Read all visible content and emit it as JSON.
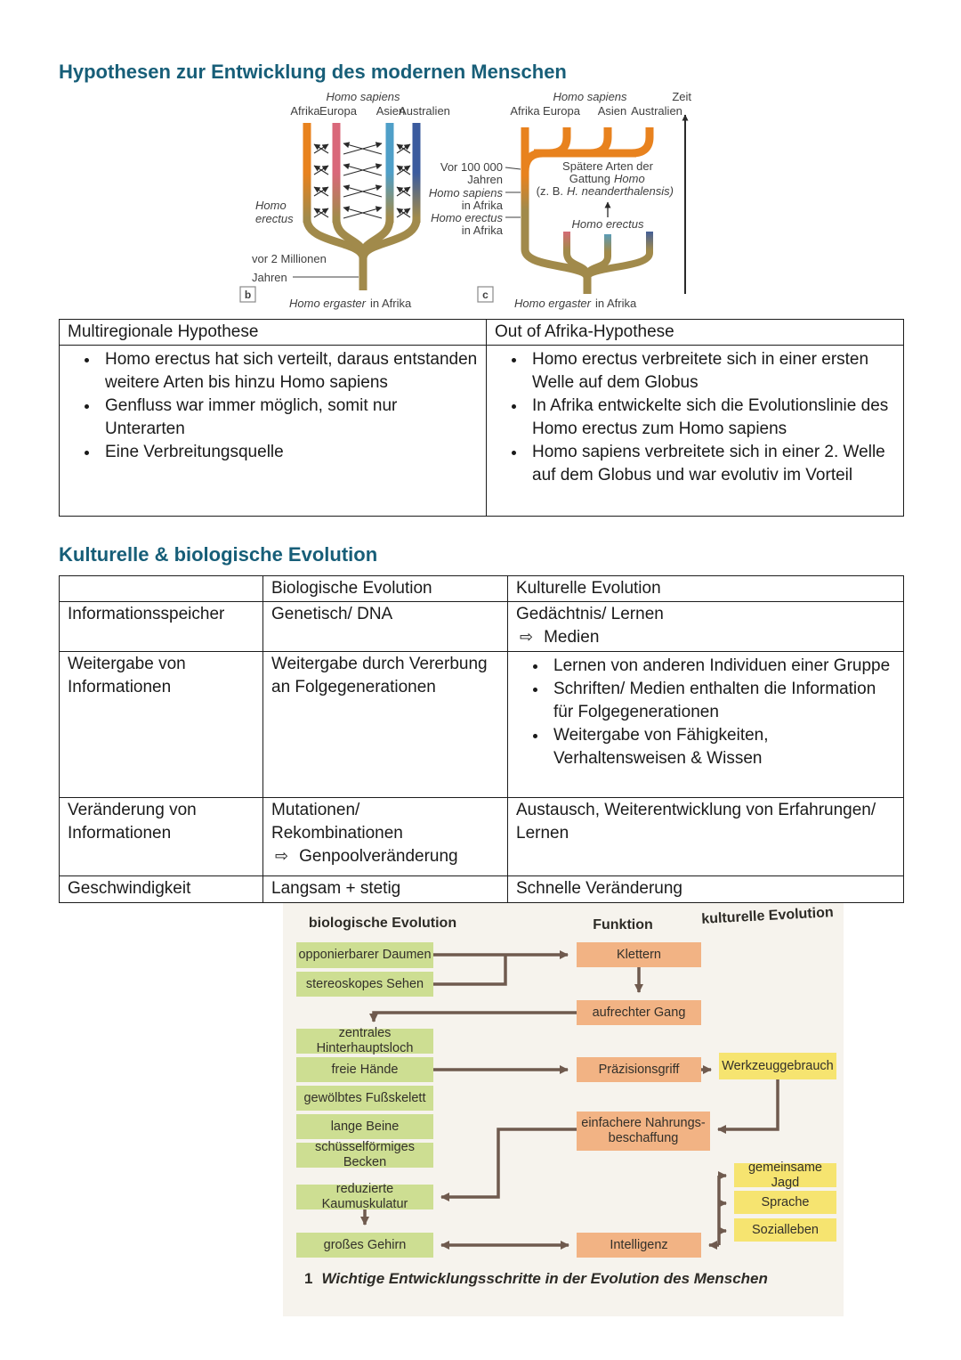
{
  "glyphs": {
    "rarr": "⇨"
  },
  "headings": {
    "h1": "Hypothesen zur Entwicklung des modernen Menschen",
    "h2": "Kulturelle & biologische Evolution"
  },
  "tree_figure": {
    "panel_b": {
      "tag": "b",
      "species_top": "Homo sapiens",
      "regions": [
        "Afrika",
        "Europa",
        "Asien",
        "Australien"
      ],
      "erectus_l1": "Homo",
      "erectus_l2": "erectus",
      "time_l1": "vor 2 Millionen",
      "time_l2": "Jahren",
      "root_species": "Homo ergaster",
      "root_suffix": "in Afrika"
    },
    "panel_c": {
      "tag": "c",
      "species_top": "Homo sapiens",
      "regions": [
        "Afrika",
        "Europa",
        "Asien",
        "Australien"
      ],
      "zeit": "Zeit",
      "l100k_l1": "Vor 100 000",
      "l100k_l2": "Jahren",
      "sap_l1": "Homo sapiens",
      "sap_l2": "in Afrika",
      "ere_l1": "Homo erectus",
      "ere_l2": "in Afrika",
      "later_l1": "Spätere Arten der",
      "later_l2a": "Gattung",
      "later_l2b": "Homo",
      "later_l3a": "(z. B.",
      "later_l3b": "H. neanderthalensis)",
      "homo_erectus": "Homo erectus",
      "root_species": "Homo ergaster",
      "root_suffix": "in Afrika"
    }
  },
  "hypothesis_table": {
    "left": {
      "header": "Multiregionale Hypothese",
      "bullets": [
        "Homo erectus hat sich verteilt, daraus entstanden weitere Arten bis hinzu Homo sapiens",
        "Genfluss war immer möglich, somit nur Unterarten",
        "Eine Verbreitungsquelle"
      ]
    },
    "right": {
      "header": "Out of Afrika-Hypothese",
      "bullets": [
        "Homo erectus verbreitete sich in einer ersten Welle auf dem Globus",
        "In Afrika entwickelte sich die Evolutionslinie des Homo erectus zum Homo sapiens",
        "Homo sapiens verbreitete sich in einer 2. Welle auf dem Globus und war evolutiv im Vorteil"
      ]
    }
  },
  "evolution_table": {
    "headers": {
      "bio": "Biologische Evolution",
      "kult": "Kulturelle Evolution"
    },
    "r1": {
      "label": "Informationsspeicher",
      "bio": "Genetisch/ DNA",
      "kult_line": "Gedächtnis/ Lernen",
      "kult_arrow_item": "Medien"
    },
    "r2": {
      "label": "Weitergabe von Informationen",
      "bio": "Weitergabe durch Vererbung an Folgegenerationen",
      "kult_bullets": [
        "Lernen von anderen Individuen einer Gruppe",
        "Schriften/ Medien enthalten die Information für Folgegenerationen",
        "Weitergabe von Fähigkeiten, Verhaltensweisen & Wissen"
      ]
    },
    "r3": {
      "label": "Veränderung von Informationen",
      "bio_line1": "Mutationen/",
      "bio_line2": "Rekombinationen",
      "bio_arrow_item": "Genpoolveränderung",
      "kult": "Austausch, Weiterentwicklung von Erfahrungen/ Lernen"
    },
    "r4": {
      "label": "Geschwindigkeit",
      "bio": "Langsam + stetig",
      "kult": "Schnelle Veränderung"
    }
  },
  "flowchart": {
    "col_bio": "biologische Evolution",
    "col_funktion": "Funktion",
    "col_kult": "kulturelle Evolution",
    "green": [
      "opponierbarer Daumen",
      "stereoskopes Sehen",
      "zentrales Hinterhauptsloch",
      "freie Hände",
      "gewölbtes Fußskelett",
      "lange Beine",
      "schüsselförmiges Becken",
      "reduzierte Kaumuskulatur",
      "großes Gehirn"
    ],
    "orange": [
      "Klettern",
      "aufrechter Gang",
      "Präzisionsgriff",
      "einfachere Nahrungs­beschaffung",
      "Intelligenz"
    ],
    "yellow": [
      "Werkzeuggebrauch",
      "gemeinsame Jagd",
      "Sprache",
      "Sozialleben"
    ],
    "caption_num": "1",
    "caption": "Wichtige Entwicklungsschritte in der Evolution des Menschen"
  },
  "colors": {
    "accent_heading": "#175e78",
    "afrika": "#e8821e",
    "europa": "#d9687a",
    "asien": "#4f9fc8",
    "australien": "#3b5b9e",
    "trunk": "#a18a4b",
    "flow_arrow": "#6f5a4e"
  }
}
